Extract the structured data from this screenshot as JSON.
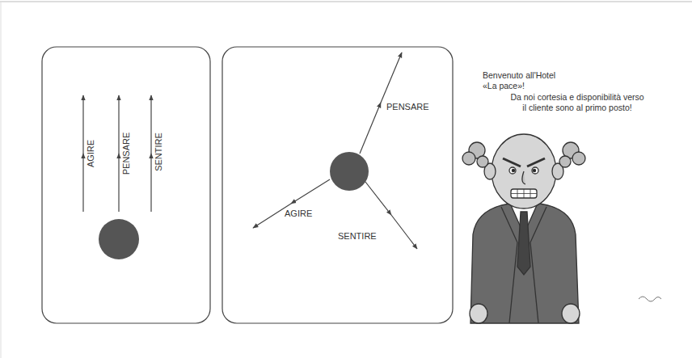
{
  "diagram": {
    "labels": [
      "AGIRE",
      "PENSARE",
      "SENTIRE",
      "PENSARE",
      "AGIRE",
      "SENTIRE",
      "Benvenuto all'Hotel «La pace»!",
      "Da noi cortesia e disponibilità verso il cliente sono al primo posto!"
    ]
  }
}
